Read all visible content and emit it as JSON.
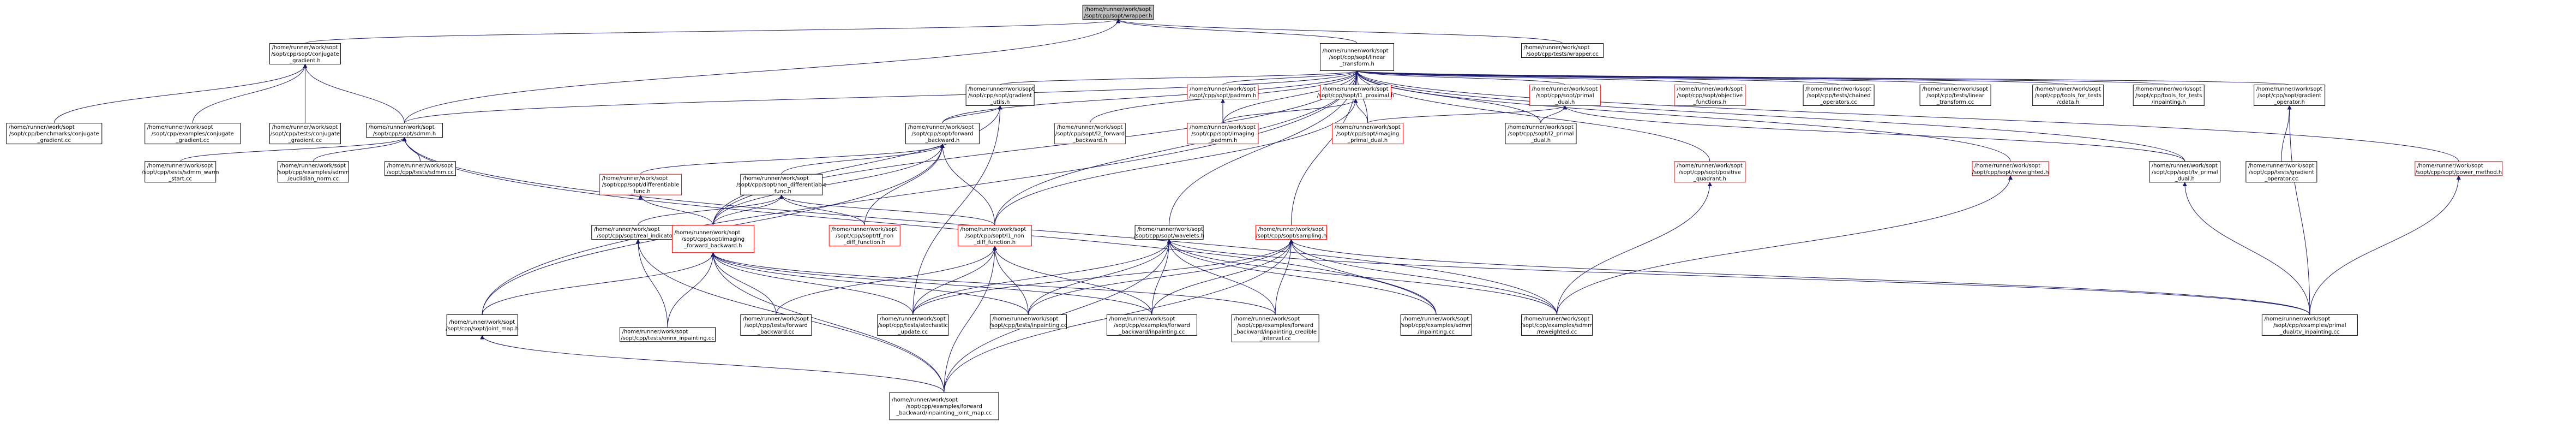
{
  "graph": {
    "colors": {
      "edge": "#191970",
      "normal_border": "#000000",
      "highlight_border": "#ff0000",
      "root_fill": "#bfbfbf",
      "node_fill": "#ffffff",
      "text": "#000000"
    },
    "nodes": [
      {
        "id": "root",
        "lines": [
          "/home/runner/work/sopt",
          "/sopt/cpp/sopt/wrapper.h"
        ],
        "style": "root"
      },
      {
        "id": "cg",
        "lines": [
          "/home/runner/work/sopt",
          "/sopt/cpp/sopt/conjugate",
          "_gradient.h"
        ],
        "style": "normal"
      },
      {
        "id": "lt",
        "lines": [
          "/home/runner/work/sopt",
          "/sopt/cpp/sopt/linear",
          "_transform.h"
        ],
        "style": "normal"
      },
      {
        "id": "wtest",
        "lines": [
          "/home/runner/work/sopt",
          "/sopt/cpp/tests/wrapper.cc"
        ],
        "style": "normal"
      },
      {
        "id": "bcg",
        "lines": [
          "/home/runner/work/sopt",
          "/sopt/cpp/benchmarks/conjugate",
          "_gradient.cc"
        ],
        "style": "normal"
      },
      {
        "id": "ecg",
        "lines": [
          "/home/runner/work/sopt",
          "/sopt/cpp/examples/conjugate",
          "_gradient.cc"
        ],
        "style": "normal"
      },
      {
        "id": "tcg",
        "lines": [
          "/home/runner/work/sopt",
          "/sopt/cpp/tests/conjugate",
          "_gradient.cc"
        ],
        "style": "normal"
      },
      {
        "id": "sdmm",
        "lines": [
          "/home/runner/work/sopt",
          "/sopt/cpp/sopt/sdmm.h"
        ],
        "style": "normal"
      },
      {
        "id": "tsdmmw",
        "lines": [
          "/home/runner/work/sopt",
          "/sopt/cpp/tests/sdmm_warm",
          "_start.cc"
        ],
        "style": "normal"
      },
      {
        "id": "esdmm",
        "lines": [
          "/home/runner/work/sopt",
          "/sopt/cpp/examples/sdmm",
          "/euclidian_norm.cc"
        ],
        "style": "normal"
      },
      {
        "id": "tsdmm",
        "lines": [
          "/home/runner/work/sopt",
          "/sopt/cpp/tests/sdmm.cc"
        ],
        "style": "normal"
      },
      {
        "id": "gu",
        "lines": [
          "/home/runner/work/sopt",
          "/sopt/cpp/sopt/gradient",
          "_utils.h"
        ],
        "style": "normal"
      },
      {
        "id": "padmm",
        "lines": [
          "/home/runner/work/sopt",
          "/sopt/cpp/sopt/padmm.h"
        ],
        "style": "highlight"
      },
      {
        "id": "l1p",
        "lines": [
          "/home/runner/work/sopt",
          "/sopt/cpp/sopt/l1_proximal.h"
        ],
        "style": "highlight"
      },
      {
        "id": "pd",
        "lines": [
          "/home/runner/work/sopt",
          "/sopt/cpp/sopt/primal",
          "_dual.h"
        ],
        "style": "highlight"
      },
      {
        "id": "objf",
        "lines": [
          "/home/runner/work/sopt",
          "/sopt/cpp/sopt/objective",
          "_functions.h"
        ],
        "style": "highlight"
      },
      {
        "id": "tcho",
        "lines": [
          "/home/runner/work/sopt",
          "/sopt/cpp/tests/chained",
          "_operators.cc"
        ],
        "style": "normal"
      },
      {
        "id": "tlin",
        "lines": [
          "/home/runner/work/sopt",
          "/sopt/cpp/tests/linear",
          "_transform.cc"
        ],
        "style": "normal"
      },
      {
        "id": "ttd",
        "lines": [
          "/home/runner/work/sopt",
          "/sopt/cpp/tools_for_tests",
          "/cdata.h"
        ],
        "style": "normal"
      },
      {
        "id": "tti",
        "lines": [
          "/home/runner/work/sopt",
          "/sopt/cpp/tools_for_tests",
          "/inpainting.h"
        ],
        "style": "normal"
      },
      {
        "id": "go",
        "lines": [
          "/home/runner/work/sopt",
          "/sopt/cpp/sopt/gradient",
          "_operator.h"
        ],
        "style": "normal"
      },
      {
        "id": "fb",
        "lines": [
          "/home/runner/work/sopt",
          "/sopt/cpp/sopt/forward",
          "_backward.h"
        ],
        "style": "normal"
      },
      {
        "id": "l2fb",
        "lines": [
          "/home/runner/work/sopt",
          "/sopt/cpp/sopt/l2_forward",
          "_backward.h"
        ],
        "style": "highlight"
      },
      {
        "id": "ipadmm",
        "lines": [
          "/home/runner/work/sopt",
          "/sopt/cpp/sopt/imaging",
          "_padmm.h"
        ],
        "style": "highlight"
      },
      {
        "id": "ipd",
        "lines": [
          "/home/runner/work/sopt",
          "/sopt/cpp/sopt/imaging",
          "_primal_dual.h"
        ],
        "style": "highlight"
      },
      {
        "id": "l2pd",
        "lines": [
          "/home/runner/work/sopt",
          "/sopt/cpp/sopt/l2_primal",
          "_dual.h"
        ],
        "style": "normal"
      },
      {
        "id": "pos",
        "lines": [
          "/home/runner/work/sopt",
          "/sopt/cpp/sopt/positive",
          "_quadrant.h"
        ],
        "style": "highlight"
      },
      {
        "id": "rw",
        "lines": [
          "/home/runner/work/sopt",
          "/sopt/cpp/sopt/reweighted.h"
        ],
        "style": "highlight"
      },
      {
        "id": "tvpd",
        "lines": [
          "/home/runner/work/sopt",
          "/sopt/cpp/sopt/tv_primal",
          "_dual.h"
        ],
        "style": "normal"
      },
      {
        "id": "tgo",
        "lines": [
          "/home/runner/work/sopt",
          "/sopt/cpp/tests/gradient",
          "_operator.cc"
        ],
        "style": "normal"
      },
      {
        "id": "pm",
        "lines": [
          "/home/runner/work/sopt",
          "/sopt/cpp/sopt/power_method.h"
        ],
        "style": "highlight"
      },
      {
        "id": "df",
        "lines": [
          "/home/runner/work/sopt",
          "/sopt/cpp/sopt/differentiable",
          "_func.h"
        ],
        "style": "highlight"
      },
      {
        "id": "ndf",
        "lines": [
          "/home/runner/work/sopt",
          "/sopt/cpp/sopt/non_differentiable",
          "_func.h"
        ],
        "style": "normal"
      },
      {
        "id": "ri",
        "lines": [
          "/home/runner/work/sopt",
          "/sopt/cpp/sopt/real_indicator.h"
        ],
        "style": "normal"
      },
      {
        "id": "ifb",
        "lines": [
          "/home/runner/work/sopt",
          "/sopt/cpp/sopt/imaging",
          "_forward_backward.h"
        ],
        "style": "highlight"
      },
      {
        "id": "tfn",
        "lines": [
          "/home/runner/work/sopt",
          "/sopt/cpp/sopt/tf_non",
          "_diff_function.h"
        ],
        "style": "highlight"
      },
      {
        "id": "l1n",
        "lines": [
          "/home/runner/work/sopt",
          "/sopt/cpp/sopt/l1_non",
          "_diff_function.h"
        ],
        "style": "highlight"
      },
      {
        "id": "wav",
        "lines": [
          "/home/runner/work/sopt",
          "/sopt/cpp/sopt/wavelets.h"
        ],
        "style": "normal"
      },
      {
        "id": "samp",
        "lines": [
          "/home/runner/work/sopt",
          "/sopt/cpp/sopt/sampling.h"
        ],
        "style": "highlight"
      },
      {
        "id": "jm",
        "lines": [
          "/home/runner/work/sopt",
          "/sopt/cpp/sopt/joint_map.h"
        ],
        "style": "normal"
      },
      {
        "id": "tsi",
        "lines": [
          "/home/runner/work/sopt",
          "/sopt/cpp/tests/onnx_inpainting.cc"
        ],
        "style": "normal"
      },
      {
        "id": "tfbw",
        "lines": [
          "/home/runner/work/sopt",
          "/sopt/cpp/tests/forward",
          "_backward.cc"
        ],
        "style": "normal"
      },
      {
        "id": "tsu",
        "lines": [
          "/home/runner/work/sopt",
          "/sopt/cpp/tests/stochastic",
          "_update.cc"
        ],
        "style": "normal"
      },
      {
        "id": "tinp",
        "lines": [
          "/home/runner/work/sopt",
          "/sopt/cpp/tests/inpainting.cc"
        ],
        "style": "normal"
      },
      {
        "id": "efbi",
        "lines": [
          "/home/runner/work/sopt",
          "/sopt/cpp/examples/forward",
          "_backward/inpainting.cc"
        ],
        "style": "normal"
      },
      {
        "id": "efbc",
        "lines": [
          "/home/runner/work/sopt",
          "/sopt/cpp/examples/forward",
          "_backward/inpainting_credible",
          "_interval.cc"
        ],
        "style": "normal"
      },
      {
        "id": "esi",
        "lines": [
          "/home/runner/work/sopt",
          "/sopt/cpp/examples/sdmm",
          "/inpainting.cc"
        ],
        "style": "normal"
      },
      {
        "id": "esr",
        "lines": [
          "/home/runner/work/sopt",
          "/sopt/cpp/examples/sdmm",
          "/reweighted.cc"
        ],
        "style": "normal"
      },
      {
        "id": "epd",
        "lines": [
          "/home/runner/work/sopt",
          "/sopt/cpp/examples/primal",
          "_dual/tv_inpainting.cc"
        ],
        "style": "normal"
      },
      {
        "id": "efbj",
        "lines": [
          "/home/runner/work/sopt",
          "/sopt/cpp/examples/forward",
          "_backward/inpainting_joint_map.cc"
        ],
        "style": "normal"
      }
    ],
    "edges": [
      [
        "root",
        "cg"
      ],
      [
        "root",
        "lt"
      ],
      [
        "root",
        "wtest"
      ],
      [
        "root",
        "sdmm"
      ],
      [
        "cg",
        "bcg"
      ],
      [
        "cg",
        "ecg"
      ],
      [
        "cg",
        "tcg"
      ],
      [
        "cg",
        "sdmm"
      ],
      [
        "lt",
        "sdmm"
      ],
      [
        "lt",
        "gu"
      ],
      [
        "lt",
        "padmm"
      ],
      [
        "lt",
        "l1p"
      ],
      [
        "lt",
        "pd"
      ],
      [
        "lt",
        "objf"
      ],
      [
        "lt",
        "tcho"
      ],
      [
        "lt",
        "tlin"
      ],
      [
        "lt",
        "ttd"
      ],
      [
        "lt",
        "tti"
      ],
      [
        "lt",
        "go"
      ],
      [
        "lt",
        "fb"
      ],
      [
        "lt",
        "l2fb"
      ],
      [
        "lt",
        "ipadmm"
      ],
      [
        "lt",
        "ipd"
      ],
      [
        "lt",
        "l2pd"
      ],
      [
        "lt",
        "pos"
      ],
      [
        "lt",
        "rw"
      ],
      [
        "lt",
        "tvpd"
      ],
      [
        "lt",
        "pm"
      ],
      [
        "lt",
        "ifb"
      ],
      [
        "lt",
        "l1n"
      ],
      [
        "lt",
        "wav"
      ],
      [
        "lt",
        "samp"
      ],
      [
        "lt",
        "jm"
      ],
      [
        "sdmm",
        "tsdmmw"
      ],
      [
        "sdmm",
        "esdmm"
      ],
      [
        "sdmm",
        "tsdmm"
      ],
      [
        "sdmm",
        "esi"
      ],
      [
        "sdmm",
        "esr"
      ],
      [
        "gu",
        "fb"
      ],
      [
        "gu",
        "ifb"
      ],
      [
        "gu",
        "tsu"
      ],
      [
        "padmm",
        "ipadmm"
      ],
      [
        "l1p",
        "ipadmm"
      ],
      [
        "l1p",
        "ipd"
      ],
      [
        "l1p",
        "l1n"
      ],
      [
        "pd",
        "ipd"
      ],
      [
        "pd",
        "l2pd"
      ],
      [
        "pd",
        "tvpd"
      ],
      [
        "go",
        "tgo"
      ],
      [
        "go",
        "epd"
      ],
      [
        "tvpd",
        "epd"
      ],
      [
        "fb",
        "df"
      ],
      [
        "fb",
        "ndf"
      ],
      [
        "fb",
        "ifb"
      ],
      [
        "fb",
        "tfn"
      ],
      [
        "fb",
        "l1n"
      ],
      [
        "fb",
        "jm"
      ],
      [
        "df",
        "ifb"
      ],
      [
        "ndf",
        "ri"
      ],
      [
        "ndf",
        "ifb"
      ],
      [
        "ndf",
        "tfn"
      ],
      [
        "ndf",
        "l1n"
      ],
      [
        "ri",
        "tsi"
      ],
      [
        "ri",
        "efbj"
      ],
      [
        "ifb",
        "jm"
      ],
      [
        "ifb",
        "tsi"
      ],
      [
        "ifb",
        "tfbw"
      ],
      [
        "ifb",
        "tsu"
      ],
      [
        "ifb",
        "tinp"
      ],
      [
        "ifb",
        "efbi"
      ],
      [
        "ifb",
        "efbc"
      ],
      [
        "ifb",
        "efbj"
      ],
      [
        "l1n",
        "tfbw"
      ],
      [
        "l1n",
        "tsu"
      ],
      [
        "l1n",
        "tinp"
      ],
      [
        "l1n",
        "efbi"
      ],
      [
        "l1n",
        "efbj"
      ],
      [
        "wav",
        "tsu"
      ],
      [
        "wav",
        "tinp"
      ],
      [
        "wav",
        "efbi"
      ],
      [
        "wav",
        "efbc"
      ],
      [
        "wav",
        "esi"
      ],
      [
        "wav",
        "esr"
      ],
      [
        "wav",
        "epd"
      ],
      [
        "wav",
        "efbj"
      ],
      [
        "samp",
        "tsu"
      ],
      [
        "samp",
        "tinp"
      ],
      [
        "samp",
        "efbi"
      ],
      [
        "samp",
        "efbc"
      ],
      [
        "samp",
        "esi"
      ],
      [
        "samp",
        "esr"
      ],
      [
        "samp",
        "epd"
      ],
      [
        "samp",
        "efbj"
      ],
      [
        "pos",
        "esr"
      ],
      [
        "rw",
        "esr"
      ],
      [
        "pm",
        "epd"
      ],
      [
        "jm",
        "efbj"
      ]
    ]
  }
}
